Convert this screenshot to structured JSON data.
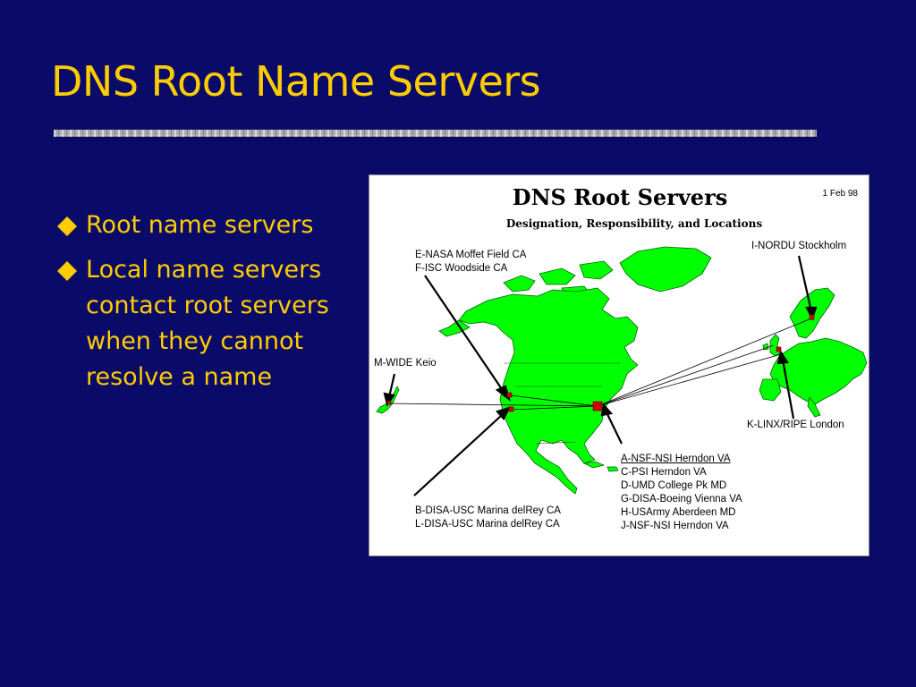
{
  "slide": {
    "title": "DNS Root Name Servers",
    "bullets": [
      "Root name servers",
      "Local name servers contact root servers when they cannot resolve a name"
    ]
  },
  "colors": {
    "background": "#0a0a68",
    "title_text": "#ffcc00",
    "bullet_diamond": "#ffcc00",
    "land": "#00ff00",
    "server_marker": "#cc0000"
  },
  "map": {
    "title": "DNS Root Servers",
    "subtitle": "Designation, Responsibility, and Locations",
    "date": "1 Feb 98",
    "labels": {
      "nordu": "I-NORDU Stockholm",
      "nasa": [
        "E-NASA Moffet Field CA",
        "F-ISC Woodside CA"
      ],
      "wide": "M-WIDE Keio",
      "linx": "K-LINX/RIPE London",
      "east_coast": [
        "A-NSF-NSI Herndon VA",
        "C-PSI Herndon VA",
        "D-UMD College Pk MD",
        "G-DISA-Boeing Vienna VA",
        "H-USArmy Aberdeen MD",
        "J-NSF-NSI Herndon VA"
      ],
      "disa": [
        "B-DISA-USC Marina delRey CA",
        "L-DISA-USC Marina delRey CA"
      ]
    }
  }
}
